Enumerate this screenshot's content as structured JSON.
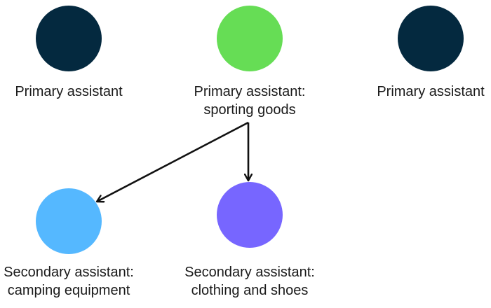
{
  "nodes": [
    {
      "id": "primary-1",
      "lines": [
        "Primary assistant"
      ],
      "color": "#04293f"
    },
    {
      "id": "primary-sporting-goods",
      "lines": [
        "Primary assistant:",
        "sporting goods"
      ],
      "color": "#66dd55"
    },
    {
      "id": "primary-3",
      "lines": [
        "Primary assistant"
      ],
      "color": "#04293f"
    },
    {
      "id": "secondary-camping",
      "lines": [
        "Secondary assistant:",
        "camping equipment"
      ],
      "color": "#55b8ff"
    },
    {
      "id": "secondary-clothing",
      "lines": [
        "Secondary assistant:",
        "clothing and shoes"
      ],
      "color": "#7766ff"
    }
  ],
  "edges": [
    {
      "from": "primary-sporting-goods",
      "to": "secondary-camping"
    },
    {
      "from": "primary-sporting-goods",
      "to": "secondary-clothing"
    }
  ],
  "edge_color": "#111111"
}
